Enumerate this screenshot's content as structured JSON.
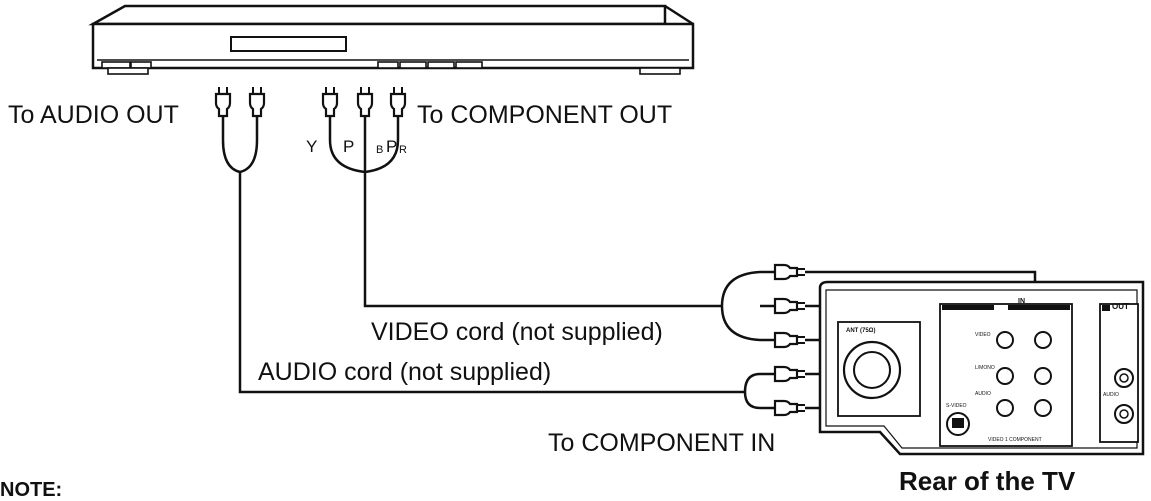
{
  "labels": {
    "audio_out": "To AUDIO OUT",
    "component_out": "To COMPONENT OUT",
    "y": "Y",
    "pb": "P",
    "pb_sub": "B",
    "pr": "P",
    "pr_sub": "R",
    "video_cord": "VIDEO cord (not supplied)",
    "audio_cord": "AUDIO cord (not supplied)",
    "component_in": "To COMPONENT IN",
    "rear_tv": "Rear of the TV",
    "note": "NOTE:"
  },
  "tv_panel": {
    "in": "IN",
    "out": "OUT",
    "video": "VIDEO",
    "l_mono": "L/MONO",
    "audio": "AUDIO",
    "s_video": "S-VIDEO",
    "ant": "ANT (75Ω)",
    "video1_component": "VIDEO 1  COMPONENT"
  }
}
